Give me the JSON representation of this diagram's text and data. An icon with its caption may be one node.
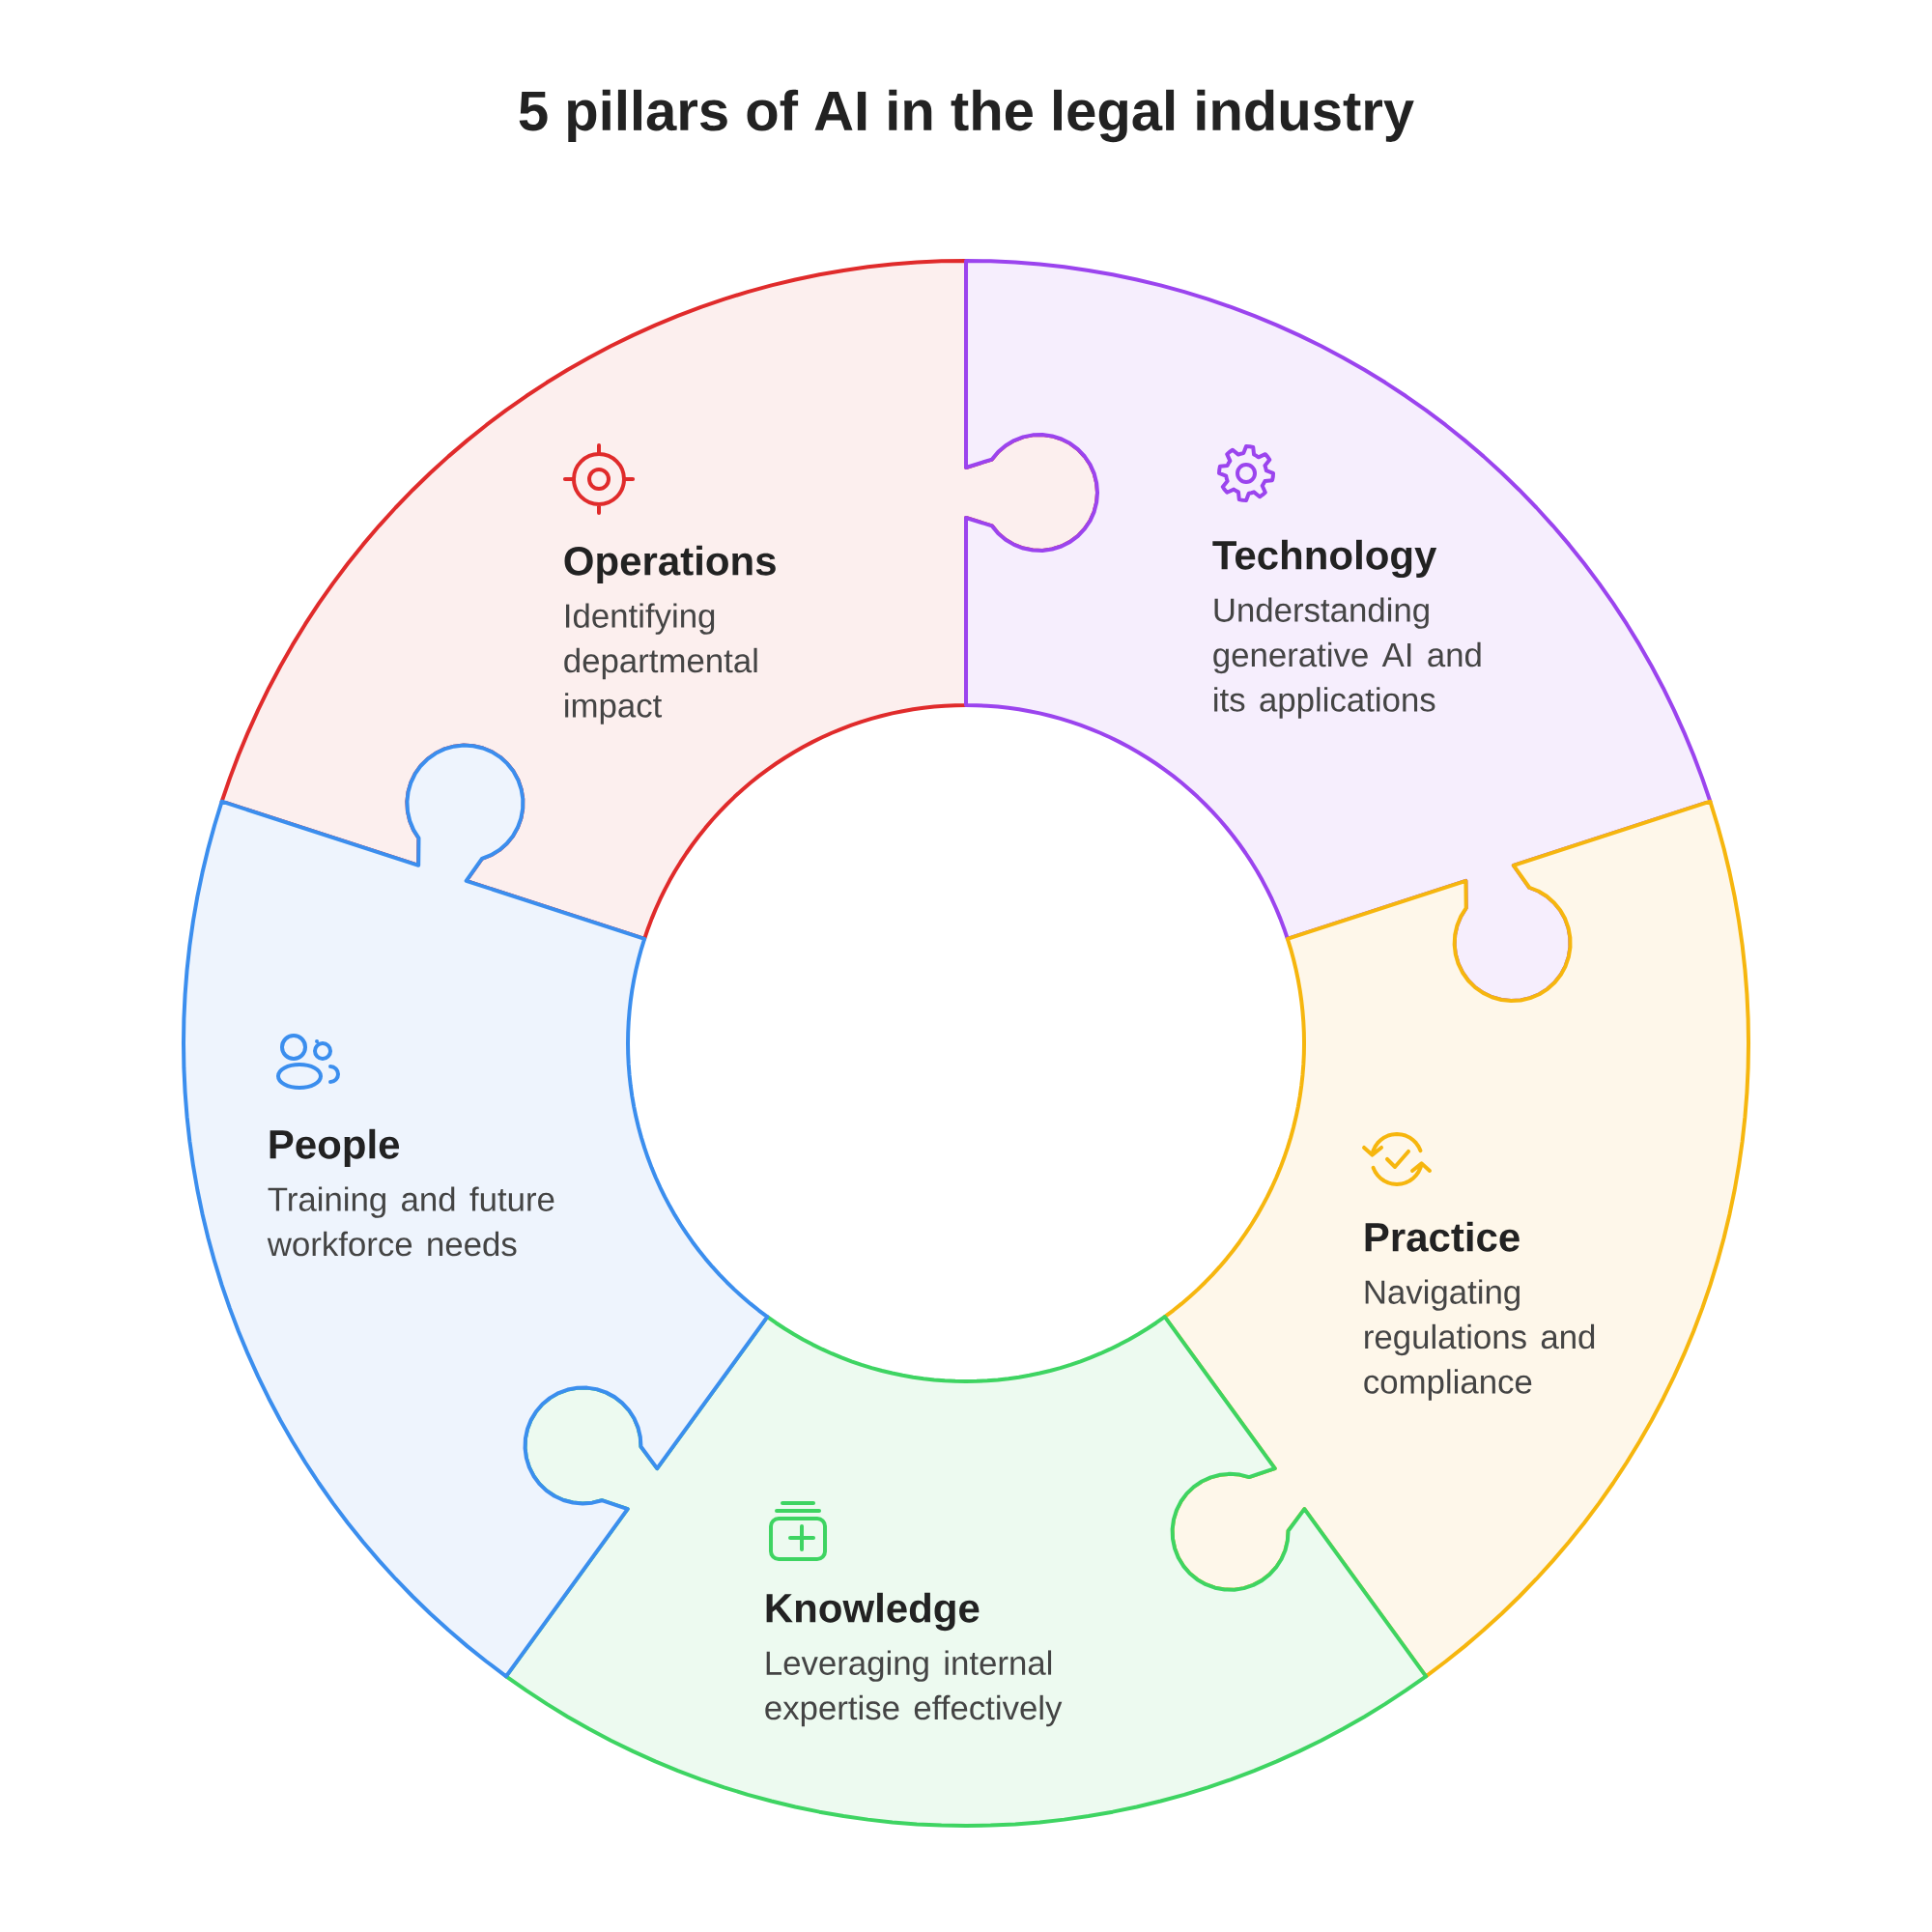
{
  "diagram": {
    "title": "5 pillars of AI in the legal industry",
    "nodes": [
      {
        "text": [
          "Operations",
          "Identifying departmental impact"
        ]
      },
      {
        "text": [
          "Technology",
          "Understanding generative AI and its applications"
        ]
      },
      {
        "text": [
          "Practice",
          "Navigating regulations and compliance"
        ]
      },
      {
        "text": [
          "Knowledge",
          "Leveraging internal expertise effectively"
        ]
      },
      {
        "text": [
          "People",
          "Training and future workforce needs"
        ]
      }
    ]
  }
}
